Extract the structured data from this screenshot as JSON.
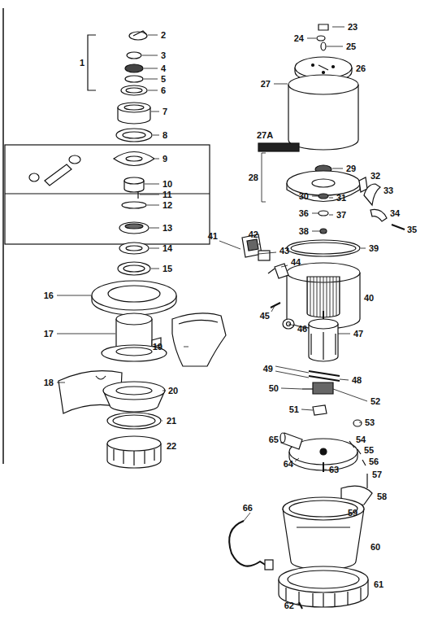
{
  "diagram": {
    "labels": [
      "1",
      "2",
      "3",
      "4",
      "5",
      "6",
      "7",
      "8",
      "9",
      "10",
      "11",
      "12",
      "13",
      "14",
      "15",
      "16",
      "17",
      "18",
      "19",
      "20",
      "21",
      "22",
      "23",
      "24",
      "25",
      "26",
      "27",
      "27A",
      "28",
      "29",
      "30",
      "31",
      "32",
      "33",
      "34",
      "35",
      "36",
      "37",
      "38",
      "39",
      "40",
      "41",
      "42",
      "43",
      "44",
      "45",
      "46",
      "47",
      "48",
      "49",
      "50",
      "51",
      "52",
      "53",
      "54",
      "55",
      "56",
      "57",
      "58",
      "59",
      "60",
      "61",
      "62",
      "63",
      "64",
      "65",
      "66"
    ]
  }
}
